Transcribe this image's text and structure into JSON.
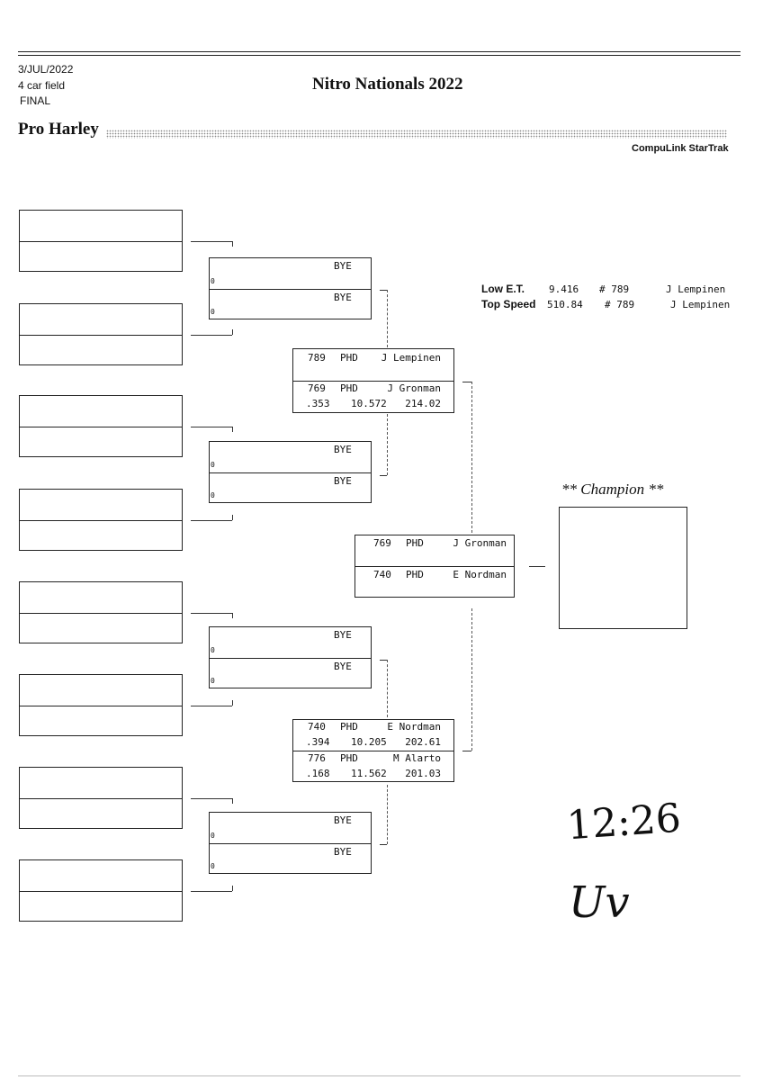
{
  "header": {
    "date": "3/JUL/2022",
    "field": "4 car field",
    "round": "FINAL",
    "event_title": "Nitro Nationals 2022",
    "class_name": "Pro Harley",
    "software": "CompuLink StarTrak"
  },
  "records": {
    "low_et": {
      "label": "Low  E.T.",
      "value": "9.416",
      "car": "# 789",
      "driver": "J Lempinen"
    },
    "top_speed": {
      "label": "Top Speed",
      "value": "510.84",
      "car": "# 789",
      "driver": "J Lempinen"
    }
  },
  "round2": [
    {
      "lane1": "BYE",
      "lane1_score": "0",
      "lane2": "BYE",
      "lane2_score": "0"
    },
    {
      "lane1": "BYE",
      "lane1_score": "0",
      "lane2": "BYE",
      "lane2_score": "0"
    },
    {
      "lane1": "BYE",
      "lane1_score": "0",
      "lane2": "BYE",
      "lane2_score": "0"
    },
    {
      "lane1": "BYE",
      "lane1_score": "0",
      "lane2": "BYE",
      "lane2_score": "0"
    }
  ],
  "semis": [
    {
      "a": {
        "number": "789",
        "cls": "PHD",
        "driver": "J Lempinen",
        "rt": "",
        "et": "",
        "mph": ""
      },
      "b": {
        "number": "769",
        "cls": "PHD",
        "driver": "J Gronman",
        "rt": ".353",
        "et": "10.572",
        "mph": "214.02"
      }
    },
    {
      "a": {
        "number": "740",
        "cls": "PHD",
        "driver": "E Nordman",
        "rt": ".394",
        "et": "10.205",
        "mph": "202.61"
      },
      "b": {
        "number": "776",
        "cls": "PHD",
        "driver": "M Alarto",
        "rt": ".168",
        "et": "11.562",
        "mph": "201.03"
      }
    }
  ],
  "final": {
    "a": {
      "number": "769",
      "cls": "PHD",
      "driver": "J Gronman"
    },
    "b": {
      "number": "740",
      "cls": "PHD",
      "driver": "E Nordman"
    }
  },
  "champion_label": "** Champion **",
  "handwriting": {
    "time": "12:26",
    "initials": "Uv"
  }
}
